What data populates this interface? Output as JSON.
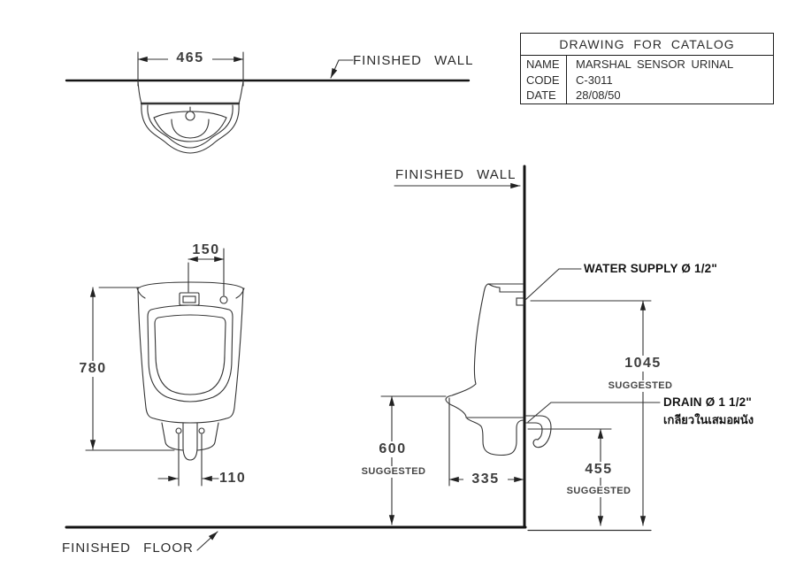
{
  "title_block": {
    "title": "DRAWING FOR CATALOG",
    "rows": [
      {
        "label": "NAME",
        "value": "MARSHAL SENSOR URINAL"
      },
      {
        "label": "CODE",
        "value": "C-3011"
      },
      {
        "label": "DATE",
        "value": "28/08/50"
      }
    ]
  },
  "labels": {
    "finished_wall_top": "FINISHED WALL",
    "finished_wall_side": "FINISHED WALL",
    "finished_floor": "FINISHED FLOOR",
    "water_supply": "WATER SUPPLY Ø 1/2\"",
    "drain": "DRAIN Ø 1 1/2\"",
    "drain_note_thai": "เกลียวในเสมอผนัง"
  },
  "dimensions": {
    "top_width": "465",
    "sensor_spacing": "150",
    "overall_height": "780",
    "outlet_spacing": "110",
    "rim_height": "600",
    "rim_height_note": "SUGGESTED",
    "rim_depth": "335",
    "drain_height": "455",
    "drain_height_note": "SUGGESTED",
    "supply_height": "1045",
    "supply_height_note": "SUGGESTED"
  }
}
